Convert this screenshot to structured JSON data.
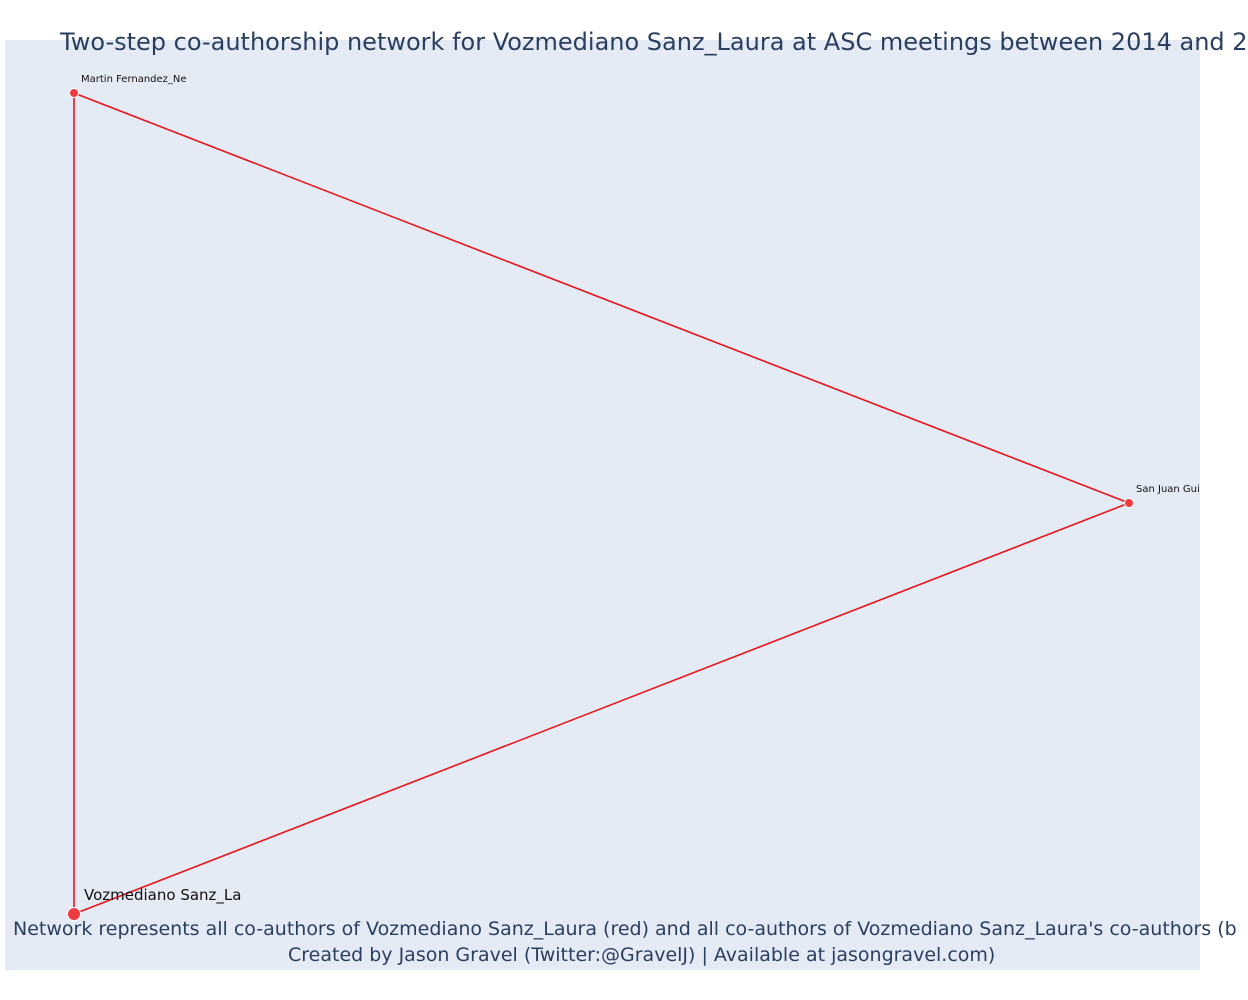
{
  "title": "Two-step co-authorship network for Vozmediano Sanz_Laura at ASC meetings between 2014 and 2",
  "caption": {
    "line1": "Network represents all co-authors of Vozmediano Sanz_Laura (red) and all co-authors of Vozmediano Sanz_Laura's co-authors (b",
    "line2": "Created by Jason Gravel (Twitter:@GravelJ) | Available at jasongravel.com)"
  },
  "colors": {
    "plot_background": "#e5ebf5",
    "edge": "#e8151b",
    "node": "#ef3b3f",
    "title": "#2a3f5f"
  },
  "network": {
    "nodes": [
      {
        "id": "martin",
        "label": "Martin Fernandez_Ne",
        "size": "small"
      },
      {
        "id": "sanjuan",
        "label": "San Juan Gui",
        "size": "small"
      },
      {
        "id": "vozmediano",
        "label": "Vozmediano Sanz_La",
        "size": "large"
      }
    ],
    "edges": [
      {
        "source": "martin",
        "target": "sanjuan"
      },
      {
        "source": "sanjuan",
        "target": "vozmediano"
      },
      {
        "source": "martin",
        "target": "vozmediano"
      }
    ]
  }
}
